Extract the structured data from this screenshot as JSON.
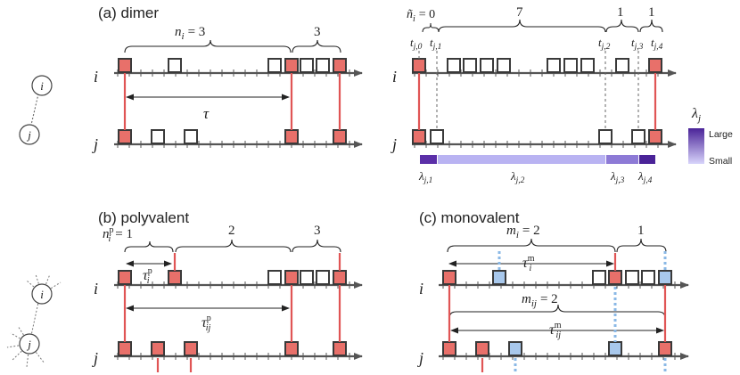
{
  "panels": {
    "a": "(a) dimer",
    "b": "(b) polyvalent",
    "c": "(c) monovalent"
  },
  "nodes": {
    "i": "i",
    "j": "j"
  },
  "axis_labels": {
    "i": "i",
    "j": "j"
  },
  "dimer": {
    "n_i": "n",
    "n_sub": "i",
    "n_val": "= 3",
    "count_right": "3",
    "tau": "τ"
  },
  "right_panel": {
    "ntilde": "ñ",
    "ntilde_sub": "i",
    "ntilde_val": "= 0",
    "counts": [
      "7",
      "1",
      "1"
    ],
    "t_main": "t",
    "t_subs": [
      "j,0",
      "j,1",
      "j,2",
      "j,3",
      "j,4"
    ],
    "lambda_main": "λ",
    "lambda_subs": [
      "j,1",
      "j,2",
      "j,3",
      "j,4"
    ],
    "legend_title_main": "λ",
    "legend_title_sub": "j",
    "legend_large": "Large",
    "legend_small": "Small"
  },
  "polyvalent": {
    "np_main": "n",
    "np_sub": "i",
    "np_sup": "p",
    "np_val": "= 1",
    "counts": [
      "2",
      "3"
    ],
    "tau_i_main": "τ",
    "tau_i_sub": "i",
    "tau_i_sup": "p",
    "tau_ij_main": "τ",
    "tau_ij_sub": "ij",
    "tau_ij_sup": "p"
  },
  "monovalent": {
    "m_main": "m",
    "m_i_sub": "i",
    "m_i_val": "= 2",
    "count_right": "1",
    "m_ij_sub": "ij",
    "m_ij_val": "= 2",
    "tau_main": "τ",
    "tau_i_sub": "i",
    "tau_ij_sub": "ij",
    "tau_sup": "m"
  },
  "colors": {
    "event_fill": "#e8706a",
    "event_stroke": "#3a3a3a",
    "red_line": "#e05555",
    "blue_fill": "#a8c8ec",
    "blue_dotted": "#8ab8e6",
    "axis": "#555555",
    "lambda_dark": "#5b2fa8",
    "lambda_mid": "#8d7ad6",
    "lambda_light": "#b9b3f2"
  }
}
